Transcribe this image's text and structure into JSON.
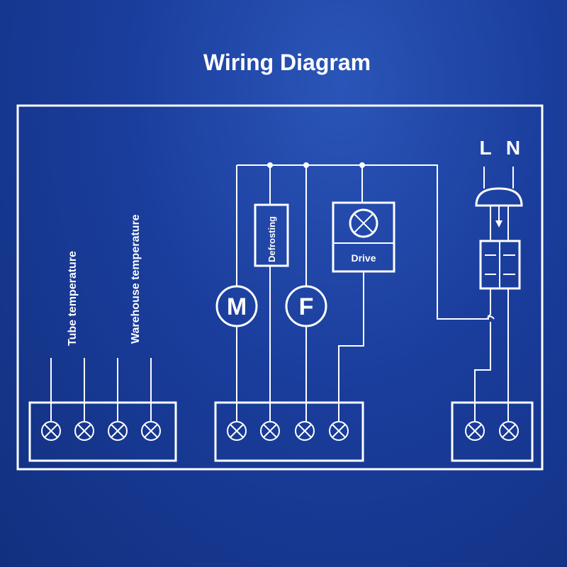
{
  "title": "Wiring Diagram",
  "labels": {
    "tube_temperature": "Tube temperature",
    "warehouse_temperature": "Warehouse temperature",
    "defrosting": "Defrosting",
    "drive": "Drive",
    "motor": "M",
    "fan": "F",
    "live": "L",
    "neutral": "N"
  }
}
